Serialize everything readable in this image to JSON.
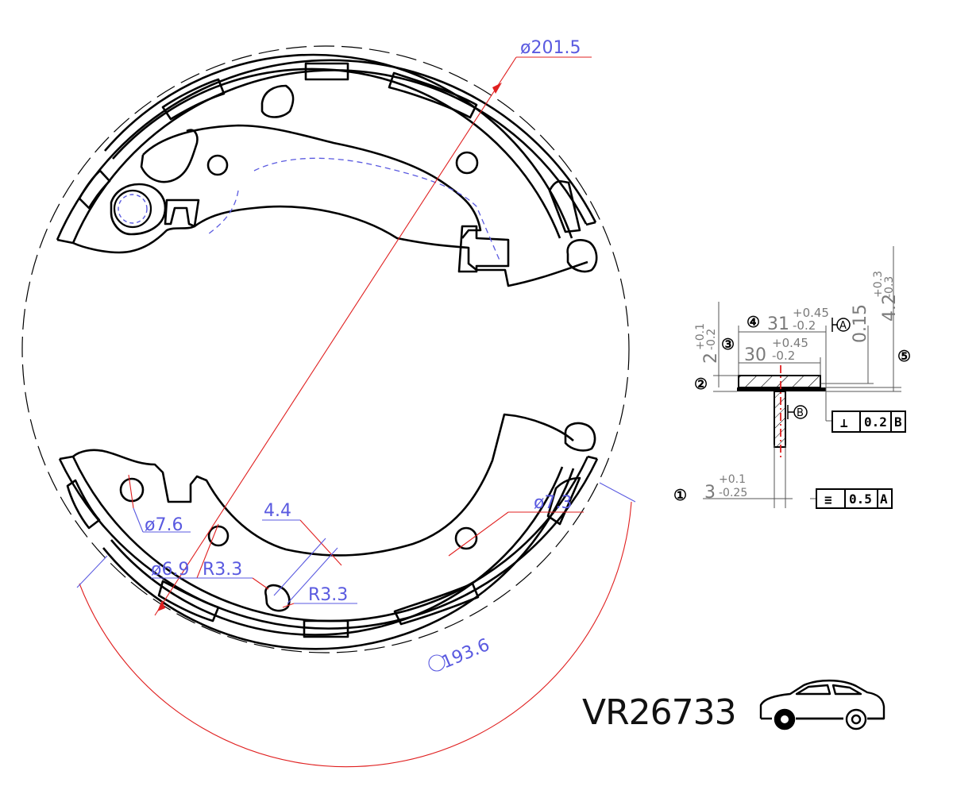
{
  "drawing": {
    "part_number": "VR26733",
    "vehicle_icon": "sedan-car-icon",
    "colors": {
      "outline": "#000000",
      "dimension": "#5a5ae0",
      "leader": "#e02020",
      "section_dims": "#7a7a7a"
    },
    "main_view": {
      "dimensions": {
        "outer_diameter": "ø201.5",
        "lining_arc": "193.6",
        "hole_left": "ø7.6",
        "hole_right": "ø7.3",
        "hole_small": "ø6.9",
        "radius_1": "R3.3",
        "radius_2": "R3.3",
        "slot_width": "4.4"
      }
    },
    "section_view": {
      "dims": {
        "lining_width_nominal": "31",
        "lining_width_upper": "+0.45",
        "lining_width_lower": "-0.2",
        "table_width_nominal": "30",
        "table_width_upper": "+0.45",
        "table_width_lower": "-0.2",
        "lining_thickness_nominal": "2",
        "lining_thickness_upper": "+0.1",
        "lining_thickness_lower": "-0.2",
        "gap": "0.15",
        "total_thickness_nominal": "4.2",
        "total_thickness_upper": "+0.3",
        "total_thickness_lower": "-0.3",
        "web_thickness_nominal": "3",
        "web_thickness_upper": "+0.1",
        "web_thickness_lower": "-0.25"
      },
      "datums": {
        "a": "A",
        "b": "B"
      },
      "reference_marks": [
        "①",
        "②",
        "③",
        "④",
        "⑤"
      ],
      "tolerance_frames": {
        "perpendicularity": {
          "symbol": "⊥",
          "value": "0.2",
          "datum": "B"
        },
        "symmetry": {
          "symbol": "≡",
          "value": "0.5",
          "datum": "A"
        }
      }
    }
  }
}
